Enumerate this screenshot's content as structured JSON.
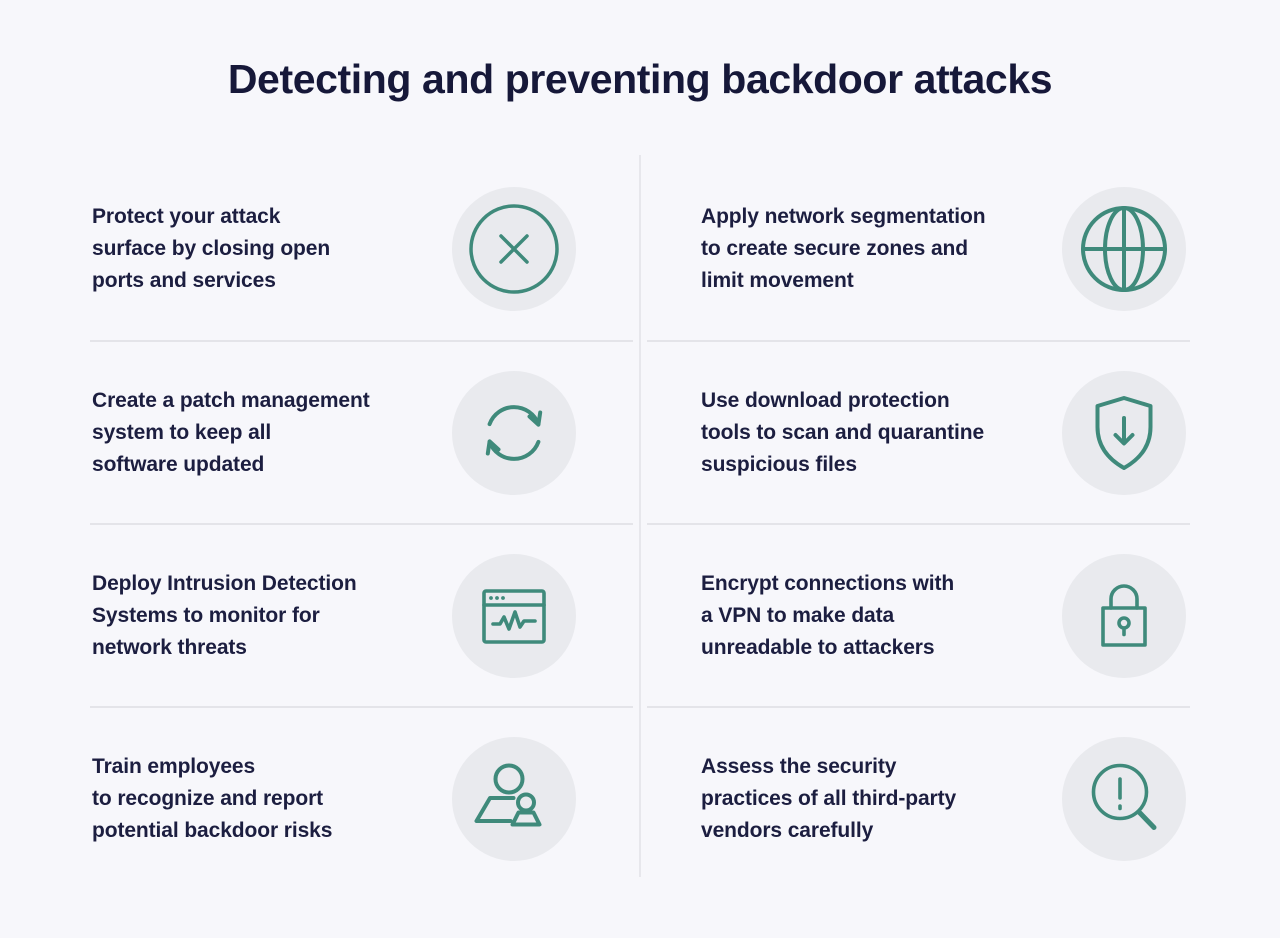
{
  "title": "Detecting and preventing backdoor attacks",
  "theme": {
    "background_color": "#f7f7fb",
    "title_color": "#161839",
    "text_color": "#1c1e40",
    "icon_stroke_color": "#3f8a7b",
    "icon_circle_background": "#e9eaee",
    "divider_color": "#e4e4e9"
  },
  "grid": {
    "items": [
      {
        "id": "close-ports",
        "icon": "x-circle-icon",
        "lines": [
          "Protect your attack",
          "surface by closing open",
          "ports and services"
        ]
      },
      {
        "id": "network-segmentation",
        "icon": "globe-icon",
        "lines": [
          "Apply network segmentation",
          "to create secure zones and",
          "limit movement"
        ]
      },
      {
        "id": "patch-management",
        "icon": "sync-arrows-icon",
        "lines": [
          "Create a patch management",
          "system to keep all",
          "software updated"
        ]
      },
      {
        "id": "download-protection",
        "icon": "shield-download-icon",
        "lines": [
          "Use download protection",
          "tools to scan and quarantine",
          "suspicious files"
        ]
      },
      {
        "id": "intrusion-detection",
        "icon": "monitor-pulse-icon",
        "lines": [
          "Deploy Intrusion Detection",
          "Systems to monitor for",
          "network threats"
        ]
      },
      {
        "id": "vpn-encryption",
        "icon": "padlock-icon",
        "lines": [
          "Encrypt connections with",
          "a VPN to make data",
          "unreadable to attackers"
        ]
      },
      {
        "id": "employee-training",
        "icon": "training-people-icon",
        "lines": [
          "Train employees",
          "to recognize and report",
          "potential backdoor risks"
        ]
      },
      {
        "id": "vendor-assessment",
        "icon": "search-alert-icon",
        "lines": [
          "Assess the security",
          "practices of all third-party",
          "vendors carefully"
        ]
      }
    ]
  }
}
